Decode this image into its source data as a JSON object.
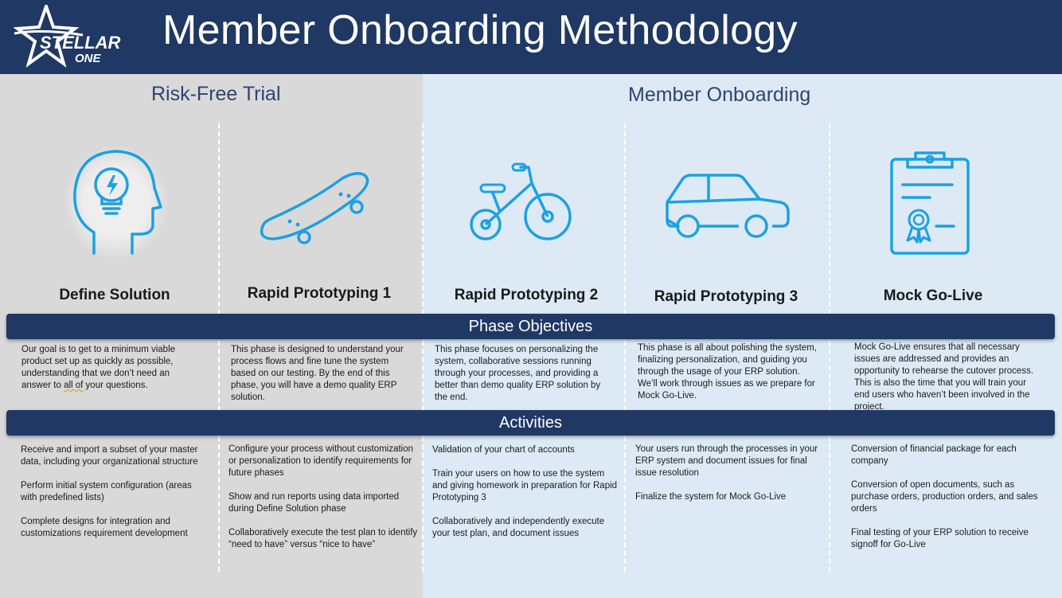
{
  "header": {
    "title": "Member Onboarding Methodology",
    "logo_line1": "STELLAR",
    "logo_line2": "ONE"
  },
  "sections": {
    "trial": "Risk-Free Trial",
    "onboarding": "Member Onboarding"
  },
  "phases": [
    {
      "name": "Define Solution",
      "icon": "head-lightbulb-icon"
    },
    {
      "name": "Rapid Prototyping 1",
      "icon": "skateboard-icon"
    },
    {
      "name": "Rapid Prototyping 2",
      "icon": "tricycle-icon"
    },
    {
      "name": "Rapid Prototyping 3",
      "icon": "car-icon"
    },
    {
      "name": "Mock Go-Live",
      "icon": "clipboard-certificate-icon"
    }
  ],
  "bands": {
    "objectives": "Phase Objectives",
    "activities": "Activities"
  },
  "objectives": {
    "define_solution_a": "Our goal is to get to a minimum viable product set up as quickly as possible, understanding that we don’t need an answer to ",
    "define_solution_b": "all of",
    "define_solution_c": " your questions.",
    "rp1": "This phase is designed to understand your process flows and fine tune the system based on our testing. By the end of this phase, you will have a demo quality ERP solution.",
    "rp2": "This phase focuses on personalizing the system, collaborative sessions running through your processes, and providing a better than demo quality ERP solution by the end.",
    "rp3": "This phase is all about polishing the system, finalizing personalization, and guiding you through the usage of your ERP solution. We’ll work through issues as we prepare for Mock Go-Live.",
    "mock": "Mock Go-Live ensures that all necessary issues are addressed and provides an opportunity to rehearse the cutover process. This is also the time that you will train your end users who haven’t been involved in the project."
  },
  "activities": [
    [
      "Receive and import a subset of your master data, including your organizational structure",
      "Perform initial system configuration (areas with predefined lists)",
      "Complete designs for integration and customizations requirement development"
    ],
    [
      "Configure your process without customization or personalization to identify requirements for future phases",
      "Show and run reports using data imported during Define Solution phase",
      "Collaboratively execute the test plan to identify “need to have” versus “nice to have”"
    ],
    [
      "Validation of your chart of accounts",
      "Train your users on how to use the system and giving homework in preparation for Rapid Prototyping 3",
      "Collaboratively and independently execute your test plan, and document issues"
    ],
    [
      "Your users run through the processes in your ERP system and document issues for final issue resolution",
      "Finalize the system for Mock Go-Live"
    ],
    [
      "Conversion of financial package for each company",
      "Conversion of open documents, such as purchase orders, production orders, and sales orders",
      "Final testing of your ERP solution to receive signoff for Go-Live"
    ]
  ],
  "colors": {
    "navy": "#1f3864",
    "icon_blue": "#1ba1e2",
    "trial_bg": "#d9d9d9",
    "onboarding_bg": "#ddeaf6"
  }
}
